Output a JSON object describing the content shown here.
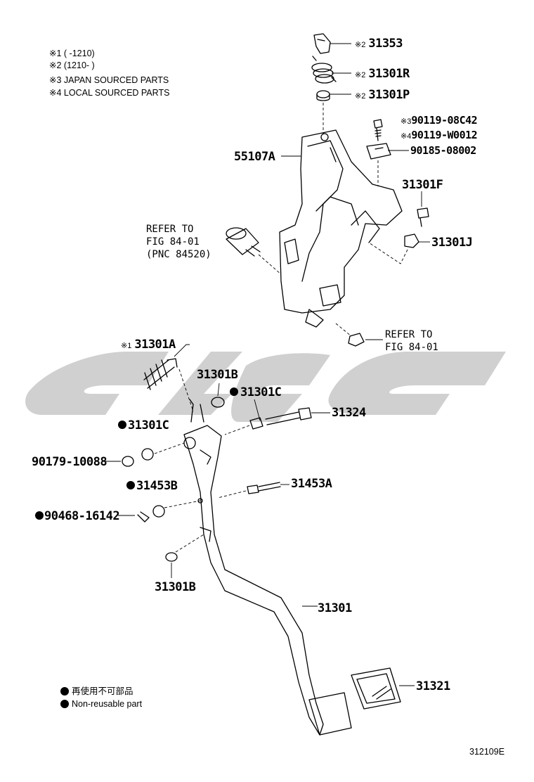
{
  "notes": [
    {
      "mark": "※1",
      "text": "(      -1210)"
    },
    {
      "mark": "※2",
      "text": "(1210-      )"
    },
    {
      "mark": "※3",
      "text": "JAPAN SOURCED PARTS"
    },
    {
      "mark": "※4",
      "text": "LOCAL SOURCED PARTS"
    }
  ],
  "callouts": {
    "p31353": {
      "mark": "※2",
      "num": "31353"
    },
    "p31301R": {
      "mark": "※2",
      "num": "31301R"
    },
    "p31301P": {
      "mark": "※2",
      "num": "31301P"
    },
    "p90119_08C42": {
      "mark": "※3",
      "num": "90119-08C42"
    },
    "p90119_W0012": {
      "mark": "※4",
      "num": "90119-W0012"
    },
    "p90185": {
      "num": "90185-08002"
    },
    "p55107A": {
      "num": "55107A"
    },
    "p31301F": {
      "num": "31301F"
    },
    "p31301J": {
      "num": "31301J"
    },
    "p31301A": {
      "mark": "※1",
      "num": "31301A"
    },
    "p31301B_top": {
      "num": "31301B"
    },
    "p31301C_right": {
      "num": "31301C"
    },
    "p31324": {
      "num": "31324"
    },
    "p31301C_left": {
      "num": "31301C"
    },
    "p90179": {
      "num": "90179-10088"
    },
    "p31453B": {
      "num": "31453B"
    },
    "p31453A": {
      "num": "31453A"
    },
    "p90468": {
      "num": "90468-16142"
    },
    "p31301B_bottom": {
      "num": "31301B"
    },
    "p31301": {
      "num": "31301"
    },
    "p31321": {
      "num": "31321"
    }
  },
  "refer_switch": {
    "line1": "REFER TO",
    "line2": "FIG 84-01",
    "line3": "(PNC 84520)"
  },
  "refer_nut": {
    "line1": "REFER TO",
    "line2": "FIG 84-01"
  },
  "legend": {
    "jp": "再使用不可部品",
    "en": "Non-reusable part"
  },
  "figure_id": "312109E",
  "colors": {
    "watermark": "#cfcfcf",
    "line": "#000000",
    "background": "#ffffff"
  }
}
